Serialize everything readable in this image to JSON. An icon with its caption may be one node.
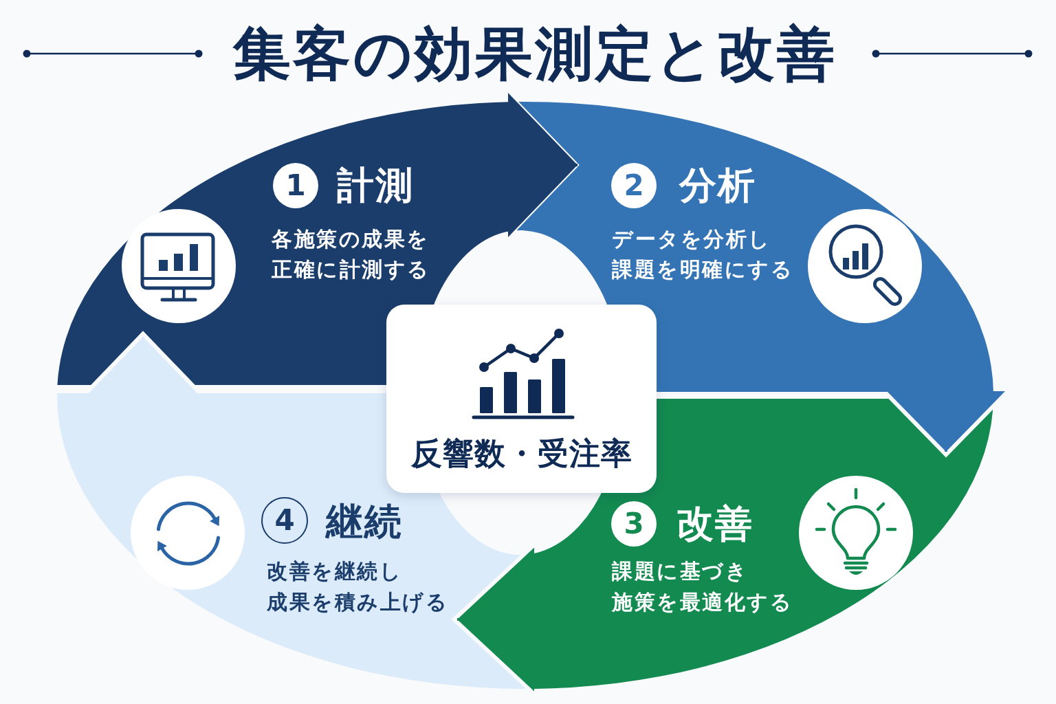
{
  "diagram": {
    "title": "集客の効果測定と改善",
    "nodes": [
      {
        "text": [
          "計測",
          "各施策の成果を正確に計測する"
        ]
      },
      {
        "text": [
          "1"
        ],
        "in": 0
      },
      {
        "text": [
          "分析",
          "データを分析し課題を明確にする"
        ]
      },
      {
        "text": [
          "2"
        ],
        "in": 2
      },
      {
        "text": [
          "改善",
          "課題に基づき施策を最適化する"
        ]
      },
      {
        "text": [
          "3"
        ],
        "in": 4
      },
      {
        "text": [
          "継続",
          "改善を継続し成果を積み上げる"
        ]
      },
      {
        "text": [
          "4"
        ],
        "in": 6
      },
      {
        "text": [
          "反響数・受注率"
        ]
      }
    ],
    "edges": [
      {
        "from": 0,
        "to": 2,
        "arrow": "to",
        "color": "#1b3d6b"
      },
      {
        "from": 2,
        "to": 4,
        "arrow": "to",
        "color": "#3474b5"
      },
      {
        "from": 4,
        "to": 6,
        "arrow": "to",
        "color": "#138a50"
      },
      {
        "from": 6,
        "to": 0,
        "arrow": "to",
        "color": "#dcebf9"
      }
    ]
  }
}
